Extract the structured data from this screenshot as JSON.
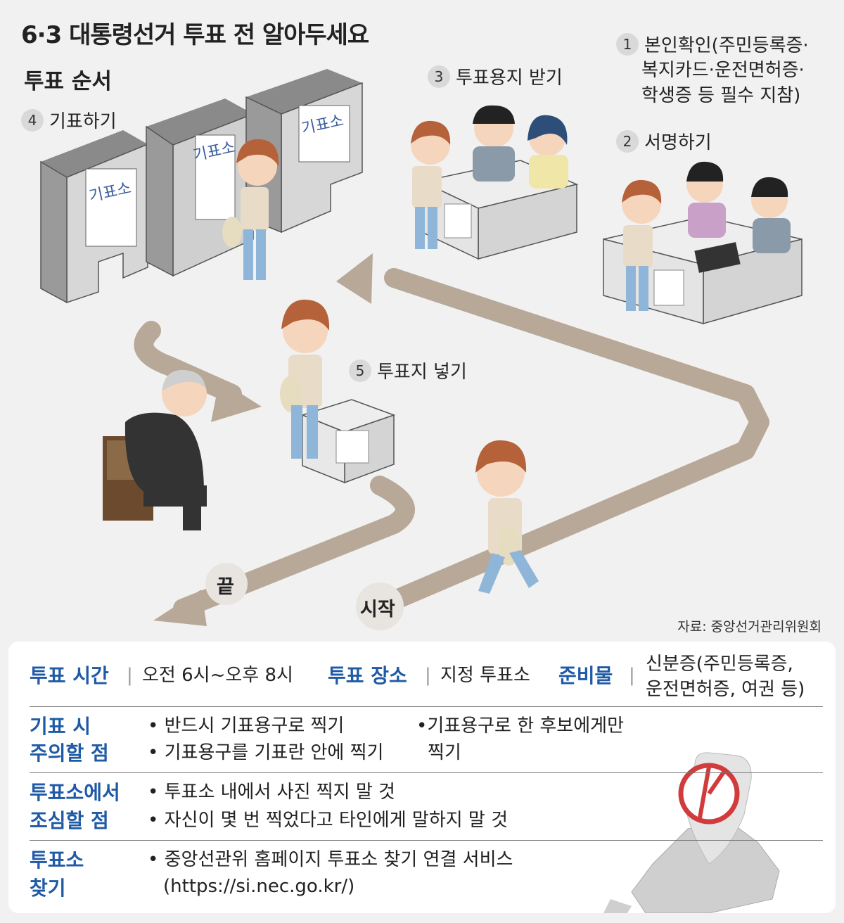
{
  "title": "6·3 대통령선거 투표 전 알아두세요",
  "subtitle": "투표 순서",
  "steps": [
    {
      "num": "1",
      "label": "본인확인(주민등록증·",
      "label2": "복지카드·운전면허증·",
      "label3": "학생증 등 필수 지참)"
    },
    {
      "num": "2",
      "label": "서명하기"
    },
    {
      "num": "3",
      "label": "투표용지 받기"
    },
    {
      "num": "4",
      "label": "기표하기"
    },
    {
      "num": "5",
      "label": "투표지 넣기"
    }
  ],
  "booth_text": "기표소",
  "flow": {
    "start": "시작",
    "end": "끝"
  },
  "source": "자료: 중앙선거관리위원회",
  "info": {
    "time_label": "투표 시간",
    "time_value": "오전 6시~오후 8시",
    "place_label": "투표 장소",
    "place_value": "지정 투표소",
    "prep_label": "준비물",
    "prep_value_1": "신분증(주민등록증,",
    "prep_value_2": "운전면허증, 여권 등)",
    "mark_label_1": "기표 시",
    "mark_label_2": "주의할 점",
    "mark_items": [
      "반드시 기표용구로 찍기",
      "기표용구를 기표란 안에 찍기"
    ],
    "mark_item_3a": "•기표용구로 한 후보에게만",
    "mark_item_3b": "찍기",
    "caution_label_1": "투표소에서",
    "caution_label_2": "조심할 점",
    "caution_items": [
      "투표소 내에서 사진 찍지 말 것",
      "자신이 몇 번 찍었다고 타인에게 말하지 말 것"
    ],
    "find_label_1": "투표소",
    "find_label_2": "찾기",
    "find_item": "중앙선관위 홈페이지 투표소 찾기 연결 서비스",
    "find_url": "(https://si.nec.go.kr/)"
  },
  "colors": {
    "accent": "#1f5aa6",
    "path": "#b8a898",
    "box": "#ffffff",
    "bg": "#f1f1f1"
  }
}
